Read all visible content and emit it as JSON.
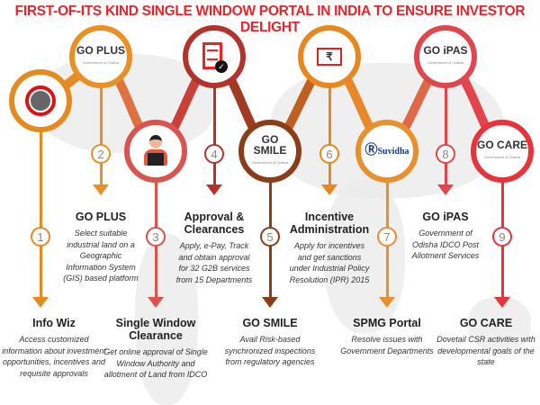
{
  "header": {
    "title": "FIRST-OF-ITS KIND SINGLE WINDOW PORTAL IN INDIA TO ENSURE INVESTOR DELIGHT"
  },
  "colors": {
    "title": "#e3262b",
    "n1": "#e58a1f",
    "n2": "#ea8f24",
    "n3": "#d9534f",
    "n4": "#b3332b",
    "n5": "#8b3c18",
    "n6": "#e8871e",
    "n7": "#e8902e",
    "n8": "#e0474c",
    "n9": "#e8333a"
  },
  "steps": [
    {
      "number": "1",
      "title": "Info Wiz",
      "description": "Access customized information about investment opportunities, incentives and requisite approvals",
      "icon": "target-logo-icon"
    },
    {
      "number": "2",
      "title": "GO PLUS",
      "description": "Select suitable industrial land on a Geographic Information System (GIS) based platform",
      "logo": "GO PLUS",
      "icon": "go-plus-logo"
    },
    {
      "number": "3",
      "title": "Single Window Clearance",
      "description": "Get online approval of Single Window Authority and allotment of Land from IDCO",
      "icon": "user-laptop-icon"
    },
    {
      "number": "4",
      "title": "Approval & Clearances",
      "description": "Apply, e-Pay, Track and obtain approval for 32 G2B services from 15 Departments",
      "icon": "clipboard-check-icon"
    },
    {
      "number": "5",
      "title": "GO SMILE",
      "description": "Avail Risk-based synchronized inspections from regulatory agencies",
      "logo": "GO SMILE",
      "icon": "go-smile-logo"
    },
    {
      "number": "6",
      "title": "Incentive Administration",
      "description": "Apply for incentives and get sanctions under Industrial Policy Resolution (IPR) 2015",
      "logo": "₹",
      "icon": "rupee-note-icon"
    },
    {
      "number": "7",
      "title": "SPMG Portal",
      "description": "Resolve issues with Government Departments",
      "logo": "Suvidha",
      "icon": "suvidha-logo"
    },
    {
      "number": "8",
      "title": "GO iPAS",
      "description": "Government of Odisha IDCO Post Allotment Services",
      "logo": "GO iPAS",
      "icon": "go-ipas-logo"
    },
    {
      "number": "9",
      "title": "GO CARE",
      "description": "Dovetail CSR activities with developmental goals of the state",
      "logo": "GO CARE",
      "icon": "go-care-logo"
    }
  ]
}
